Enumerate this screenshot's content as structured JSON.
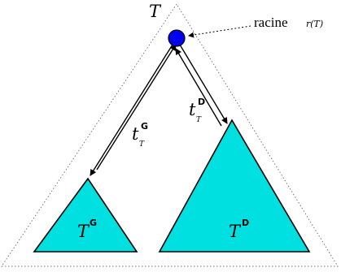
{
  "tree_label": "T",
  "root_label": "racine",
  "root_function": "r(T)",
  "left_subtree": {
    "name": "T",
    "superscript": "G"
  },
  "right_subtree": {
    "name": "T",
    "superscript": "D"
  },
  "left_path": {
    "name": "t",
    "subscript": "T",
    "superscript": "G"
  },
  "right_path": {
    "name": "t",
    "subscript": "T",
    "superscript": "D"
  },
  "colors": {
    "subtree_fill": "#00e0e0",
    "root_fill": "#0000ee",
    "outline": "#000000",
    "outer_triangle": "#777777"
  }
}
